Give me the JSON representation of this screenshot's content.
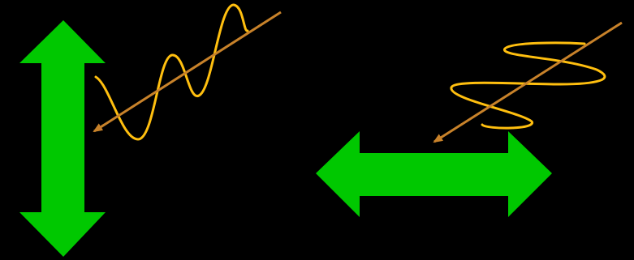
{
  "colors": {
    "background": "#000000",
    "double_arrow": "#00c800",
    "incident_ray": "#c8822a",
    "wave": "#ffbf0f"
  },
  "panels": [
    {
      "name": "vertical-polarization",
      "polarizer_orientation": "vertical",
      "wave_shape": "planar oscillation"
    },
    {
      "name": "horizontal-polarization",
      "polarizer_orientation": "horizontal",
      "wave_shape": "helical oscillation"
    }
  ]
}
